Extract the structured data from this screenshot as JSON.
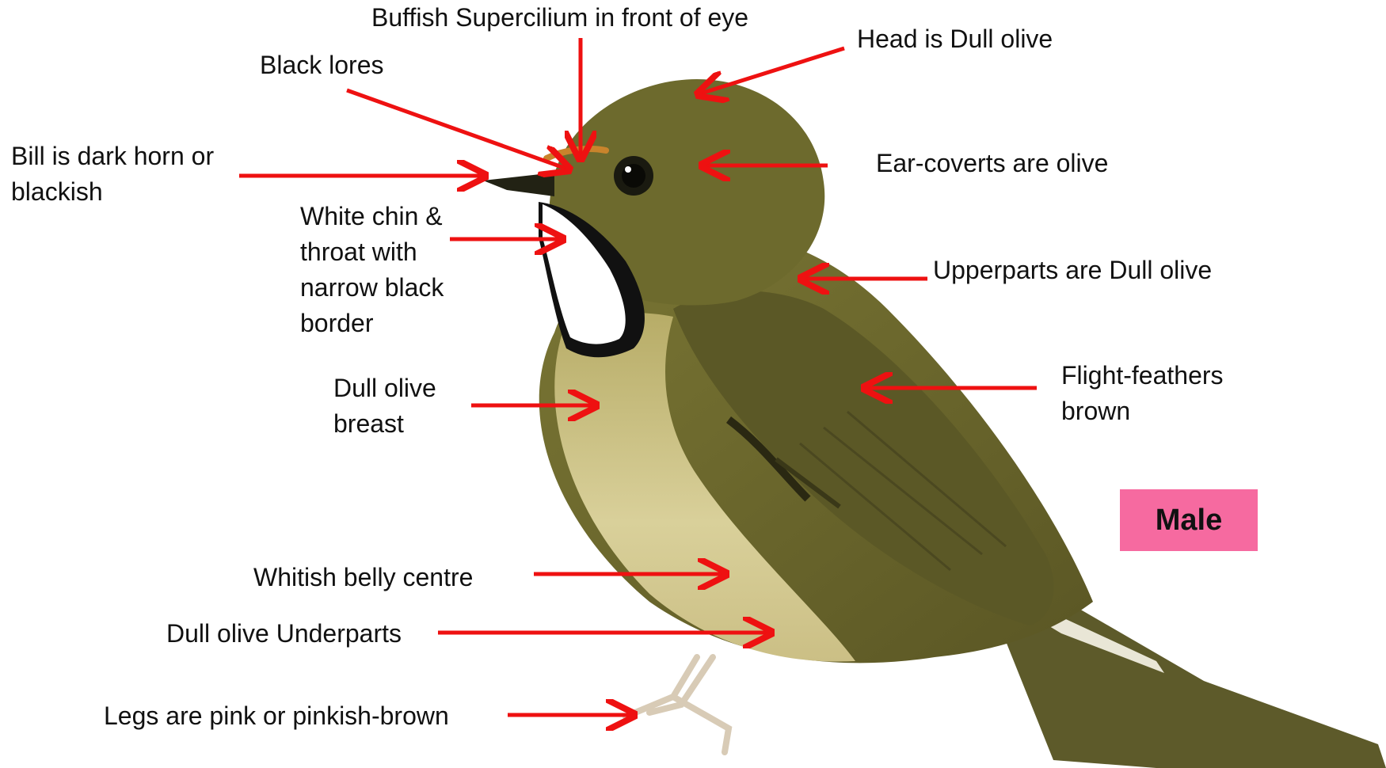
{
  "labels": {
    "supercilium": "Buffish Supercilium in front of eye",
    "head": "Head is Dull olive",
    "lores": "Black lores",
    "bill": "Bill is dark horn or\nblackish",
    "ear_coverts": "Ear-coverts are  olive",
    "chin_throat": "White chin &\nthroat with\nnarrow black\nborder",
    "upperparts": "Upperparts are Dull olive",
    "breast": "Dull olive\nbreast",
    "flight_feathers": "Flight-feathers\nbrown",
    "belly": "Whitish  belly centre",
    "underparts": "Dull olive Underparts",
    "legs": "Legs are  pink or pinkish-brown"
  },
  "badge": {
    "text": "Male",
    "color": "#f66aa0"
  },
  "colors": {
    "arrow": "#ee1111",
    "plumage_olive": "#6b6a2c",
    "breast_olive": "#b8ad6a",
    "throat": "#ffffff"
  }
}
